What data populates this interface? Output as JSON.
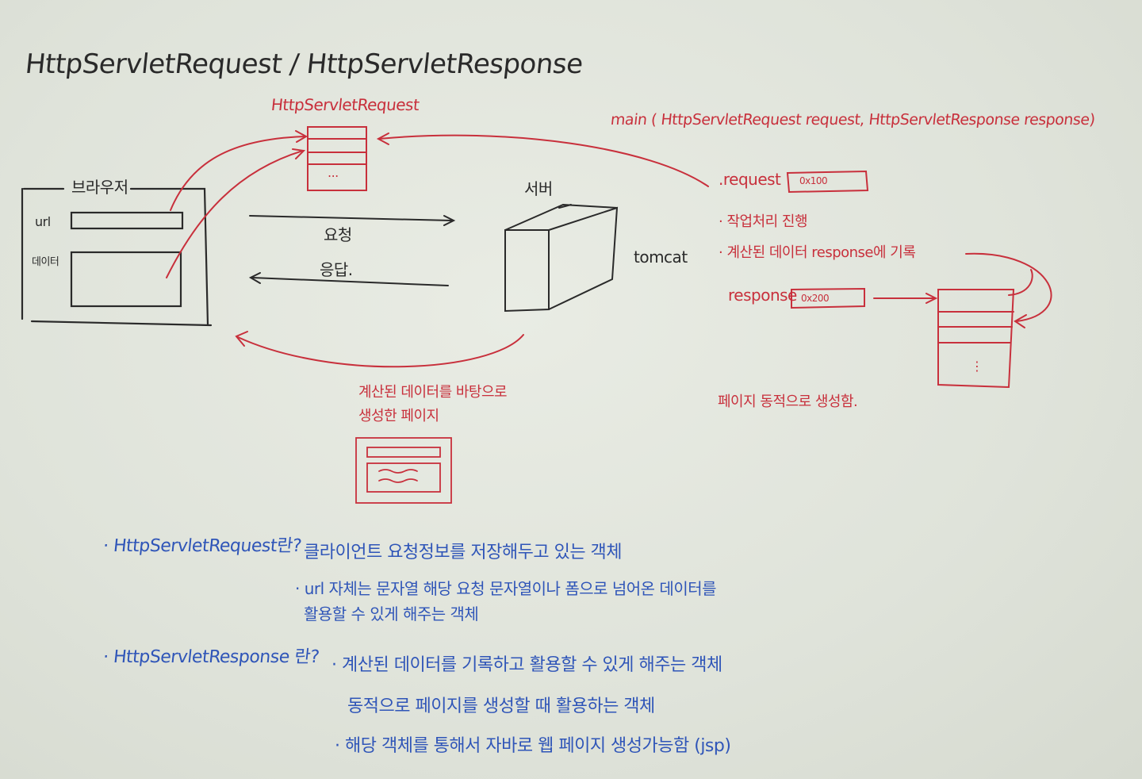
{
  "title": "HttpServletRequest / HttpServletResponse",
  "diagram": {
    "request_obj_label": "HttpServletRequest",
    "request_obj_dots": "...",
    "browser_label": "브라우저",
    "url_label": "url",
    "data_label": "데이터",
    "request_label": "요청",
    "response_label": "응답.",
    "server_label": "서버",
    "tomcat_label": "tomcat",
    "method_sig": "main ( HttpServletRequest request, HttpServletResponse response)",
    "req_var": ".request",
    "req_addr": "0x100",
    "step_process": "· 작업처리 진행",
    "step_store": "· 계산된 데이터 response에 기록",
    "resp_var": "response",
    "resp_addr": "0x200",
    "resp_obj_dots": "⋮",
    "page_dynamic": "페이지 동적으로 생성함.",
    "generated_line1": "계산된 데이터를 바탕으로",
    "generated_line2": "생성한 페이지"
  },
  "notes": {
    "req_question": "· HttpServletRequest란?",
    "req_answer1": "클라이언트 요청정보를 저장해두고 있는 객체",
    "req_answer2a": "· url 자체는 문자열 해당 요청 문자열이나 폼으로 넘어온 데이터를",
    "req_answer2b": "활용할 수 있게 해주는 객체",
    "resp_question": "· HttpServletResponse 란?",
    "resp_answer1": "· 계산된 데이터를 기록하고 활용할 수 있게 해주는 객체",
    "resp_answer2": "동적으로 페이지를 생성할 때 활용하는 객체",
    "resp_answer3": "· 해당 객체를 통해서 자바로 웹 페이지 생성가능함 (jsp)"
  },
  "colors": {
    "black_marker": "#2a2a2a",
    "red_marker": "#c8303c",
    "blue_marker": "#2f55b8",
    "board": "#e3e6de"
  }
}
